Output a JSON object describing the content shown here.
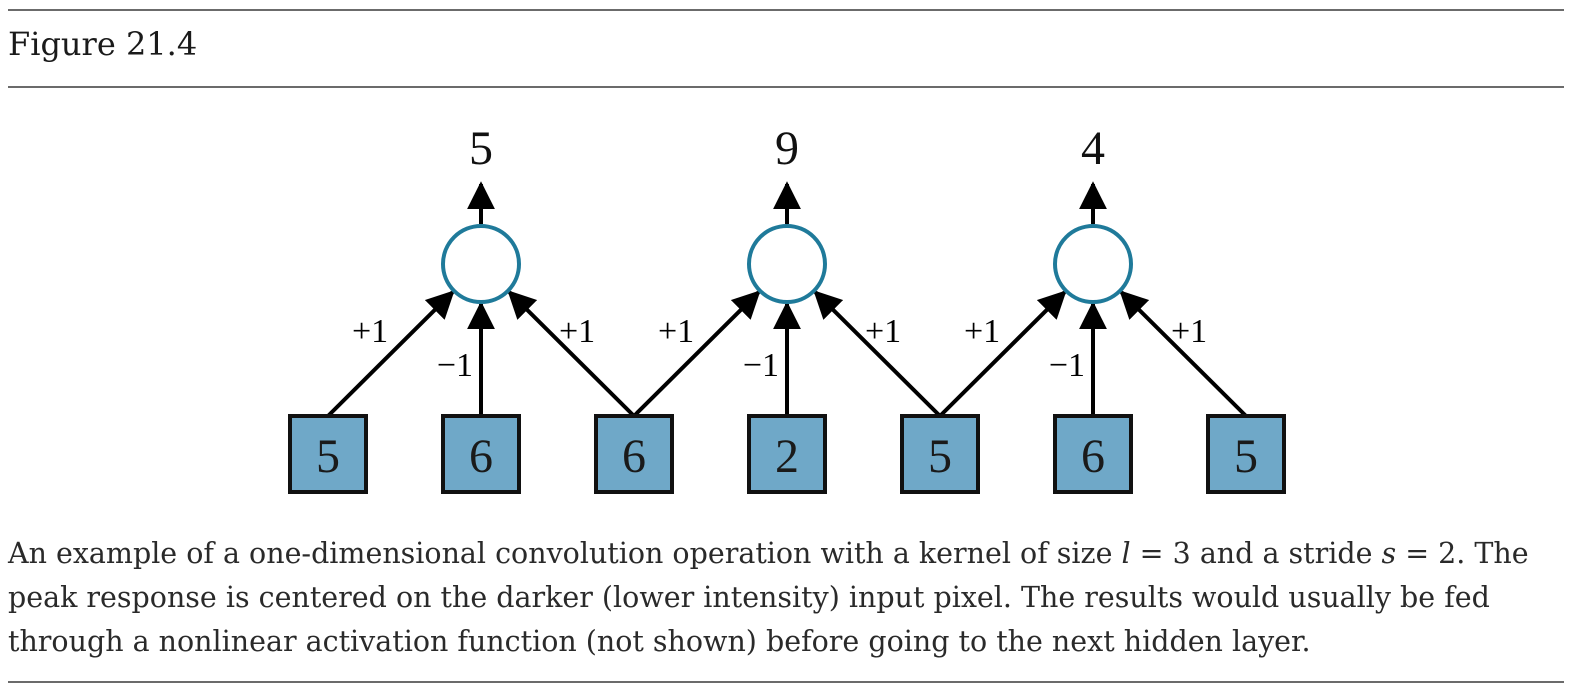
{
  "figure_title": "Figure 21.4",
  "outputs": [
    "5",
    "9",
    "4"
  ],
  "inputs": [
    "5",
    "6",
    "6",
    "2",
    "5",
    "6",
    "5"
  ],
  "weights": {
    "side": "+1",
    "center": "−1"
  },
  "caption": {
    "prefix": "An example of a one-dimensional convolution operation with a kernel of size ",
    "kernel_var": "l",
    "kernel_eq": " = 3 and a stride ",
    "stride_var": "s",
    "stride_eq": " = 2.",
    "rest": "The peak response is centered on the darker (lower intensity) input pixel. The results would usually be fed through a nonlinear activation function (not shown) before going to the next hidden layer."
  },
  "colors": {
    "input_fill": "#6fa8c8",
    "neuron_stroke": "#1f7a9a",
    "rule": "#6b6b6b"
  }
}
